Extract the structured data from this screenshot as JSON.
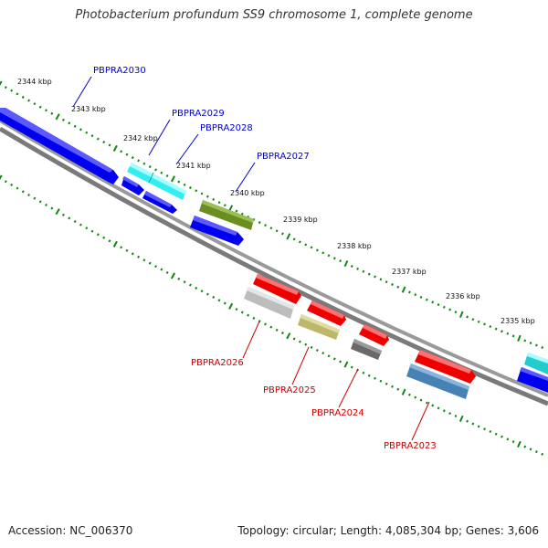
{
  "title": "Photobacterium profundum SS9 chromosome 1, complete genome",
  "footer": {
    "accession": "Accession: NC_006370",
    "summary": "Topology: circular; Length: 4,085,304 bp; Genes: 3,606"
  },
  "ruler_labels": [
    "2344 kbp",
    "2343 kbp",
    "2342 kbp",
    "2341 kbp",
    "2340 kbp",
    "2339 kbp",
    "2338 kbp",
    "2337 kbp",
    "2336 kbp",
    "2335 kbp"
  ],
  "genes_top": [
    {
      "name": "PBPRA2030",
      "color": "#0000cc"
    },
    {
      "name": "PBPRA2029",
      "color": "#0000cc"
    },
    {
      "name": "PBPRA2028",
      "color": "#0000cc"
    },
    {
      "name": "PBPRA2027",
      "color": "#0000cc"
    }
  ],
  "genes_bottom": [
    {
      "name": "PBPRA2026",
      "color": "#cc0000"
    },
    {
      "name": "PBPRA2025",
      "color": "#cc0000"
    },
    {
      "name": "PBPRA2024",
      "color": "#cc0000"
    },
    {
      "name": "PBPRA2023",
      "color": "#cc0000"
    }
  ],
  "colors": {
    "forward_cds": "#0000ff",
    "reverse_cds": "#ff0000",
    "backbone": "#808080",
    "tick": "#118811",
    "cyan_feature": "#33eeee",
    "olive_feature": "#6b8e23",
    "khaki_feature": "#bdb76b",
    "silver_feature": "#c0c0c0",
    "dimgray_feature": "#696969",
    "steelblue_feature": "#4682b4"
  }
}
